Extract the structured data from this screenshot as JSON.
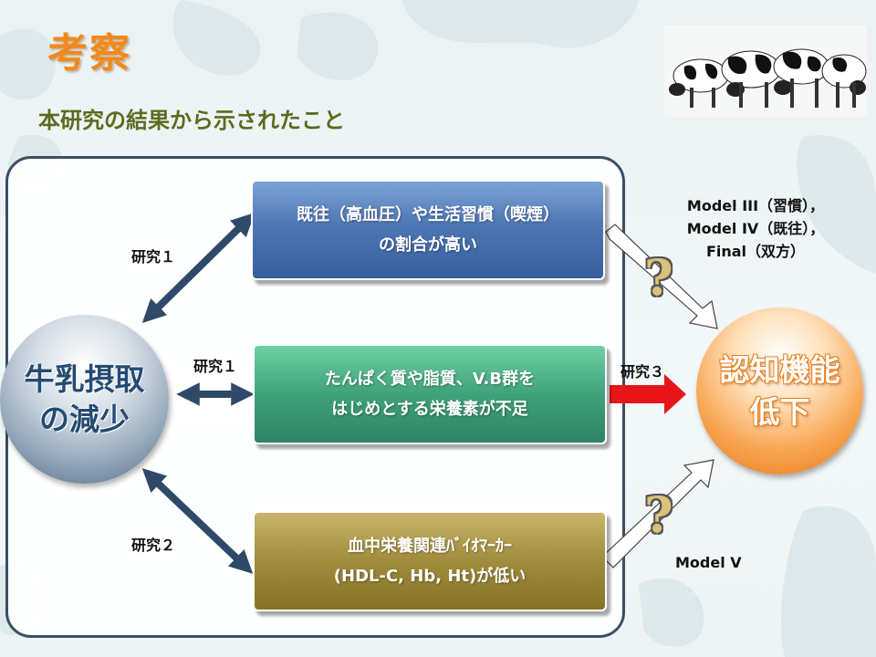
{
  "slide": {
    "title": "考察",
    "subtitle": "本研究の結果から示されたこと"
  },
  "left_circle": {
    "line1": "牛乳摂取",
    "line2": "の減少"
  },
  "right_circle": {
    "line1": "認知機能",
    "line2": "低下"
  },
  "boxes": [
    {
      "line1": "既往（高血圧）や生活習慣（喫煙）",
      "line2": "の割合が高い"
    },
    {
      "line1": "たんぱく質や脂質、V.B群を",
      "line2": "はじめとする栄養素が不足"
    },
    {
      "line1": "血中栄養関連ﾊﾞｲｵﾏｰｶｰ",
      "line2": "(HDL-C, Hb, Ht)が低い"
    }
  ],
  "labels": {
    "study1_top": "研究１",
    "study1_mid": "研究１",
    "study2": "研究２",
    "study3": "研究３"
  },
  "models": {
    "top_line1": "Model III（習慣），",
    "top_line2": "Model IV（既往），",
    "top_line3": "Final（双方）",
    "bottom": "Model V"
  },
  "question_mark": "?",
  "colors": {
    "title": "#f08a1e",
    "subtitle": "#5d6a1e",
    "frame": "#3a4f63",
    "arrow_dark": "#2f4a69",
    "arrow_red": "#e8161a"
  }
}
